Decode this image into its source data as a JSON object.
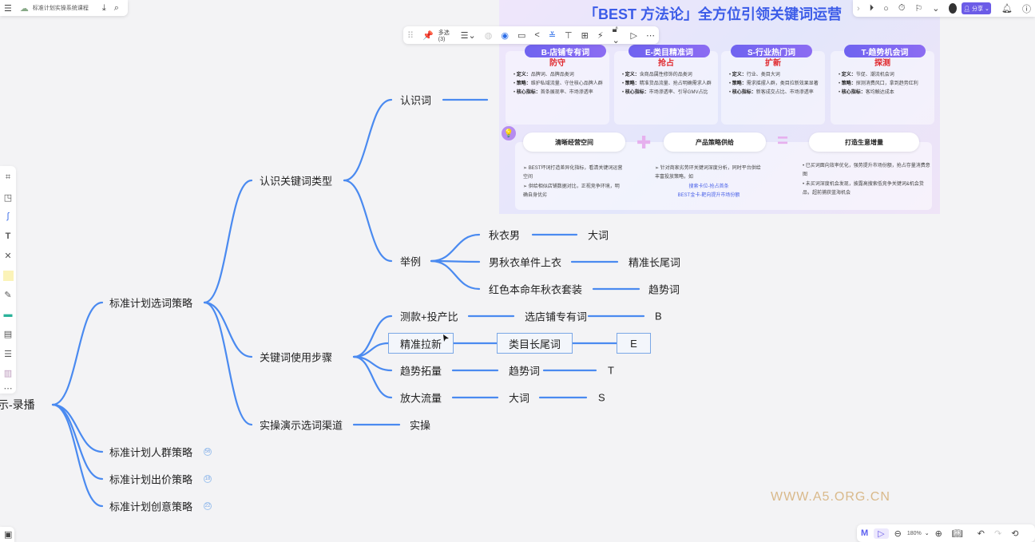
{
  "topbar": {
    "menu_icon": "menu-icon",
    "cloud_icon": "cloud-icon",
    "doc_title": "标准计划实操系统课程",
    "download_icon": "download-icon",
    "search_icon": "search-icon"
  },
  "float_toolbar": {
    "select_label": "多选 (3)",
    "items": [
      "layout-icon",
      "fill-icon",
      "border-circle-icon",
      "shape-icon",
      "branch-icon",
      "line-style-icon",
      "text-icon",
      "insert-icon",
      "style-icon",
      "lock-icon",
      "present-icon",
      "more-icon"
    ]
  },
  "top_right": {
    "share_label": "分享",
    "icons": [
      "play-icon",
      "comment-icon",
      "timer-icon",
      "flag-icon",
      "collapse-icon",
      "avatar",
      "bell-icon",
      "help-icon"
    ]
  },
  "slide": {
    "title": "「BEST 方法论」全方位引领关键词运营",
    "cards": [
      {
        "pill": "B-店铺专有词",
        "head": "防守",
        "lines": [
          [
            "定义：",
            "品牌词、品牌品类词"
          ],
          [
            "策略：",
            "维护私域流量、守住核心品牌人群"
          ],
          [
            "核心指标：",
            "首条展现率、市场渗透率"
          ]
        ]
      },
      {
        "pill": "E-类目精准词",
        "head": "抢占",
        "lines": [
          [
            "定义：",
            "含商品属性修饰的品类词"
          ],
          [
            "策略：",
            "精准货品流量、抢占明确需求人群"
          ],
          [
            "核心指标：",
            "市场渗透率、引导GMV占比"
          ]
        ]
      },
      {
        "pill": "S-行业热门词",
        "head": "扩新",
        "lines": [
          [
            "定义：",
            "行业、类目大词"
          ],
          [
            "策略：",
            "需求摇摆人群，类目拉新效果显著"
          ],
          [
            "核心指标：",
            "新客成交占比、市场渗透率"
          ]
        ]
      },
      {
        "pill": "T-趋势机会词",
        "head": "探测",
        "lines": [
          [
            "定义：",
            "节促、潮流机会词"
          ],
          [
            "策略：",
            "探测消费风口，拿到趋势红利"
          ],
          [
            "核心指标：",
            "客均触达成本"
          ]
        ]
      }
    ],
    "pills": [
      "清晰经营空间",
      "产品策略供给",
      "打造生意增量"
    ],
    "col1": [
      "➢ BEST坏词打造差异化指标，看清关键词运营空间",
      "➢ 供给相似店铺数据对比，正视竞争环境，明确自身优劣"
    ],
    "col2": [
      "➢ 针对商家劣势环关键词深度分析，同时平台供给丰富投放策略，如",
      "搜索卡位-抢占首条",
      "BEST金卡-靶向提升市场份额"
    ],
    "col3": [
      "• 已买词面向效率优化，强势提升市场份额，抢占存量消费意图",
      "• 未买词深度机会发现，披露高搜索低竞争关键词&机会货品，超前捕获蓝海机会"
    ]
  },
  "mindmap": {
    "root": "示-录播",
    "l1": [
      "标准计划选词策略",
      "标准计划人群策略",
      "标准计划出价策略",
      "标准计划创意策略"
    ],
    "badges": [
      "56",
      "18",
      "22"
    ],
    "l2": [
      "认识关键词类型",
      "关键词使用步骤",
      "实操演示选词渠道"
    ],
    "recognize": "认识词",
    "example": {
      "label": "举例",
      "rows": [
        [
          "秋衣男",
          "大词"
        ],
        [
          "男秋衣单件上衣",
          "精准长尾词"
        ],
        [
          "红色本命年秋衣套装",
          "趋势词"
        ]
      ]
    },
    "steps": [
      [
        "测款+投产比",
        "选店铺专有词",
        "B"
      ],
      [
        "精准拉新",
        "类目长尾词",
        "E"
      ],
      [
        "趋势拓量",
        "趋势词",
        "T"
      ],
      [
        "放大流量",
        "大词",
        "S"
      ]
    ],
    "practice": "实操"
  },
  "left_tools": [
    "frame-icon",
    "shape-icon",
    "connector-icon",
    "text-icon",
    "mindmap-icon",
    "sticky-note-icon",
    "pen-icon",
    "table-icon",
    "text-block-icon",
    "list-icon",
    "template-icon",
    "more-icon"
  ],
  "bottom": {
    "zoom": "180%",
    "icons": [
      "ai-logo-icon",
      "pointer-icon",
      "zoom-out-icon",
      "zoom-in-icon",
      "book-icon",
      "undo-icon",
      "redo-icon",
      "history-icon"
    ]
  },
  "watermark": "WWW.A5.ORG.CN",
  "colors": {
    "line": "#4a8af0",
    "accent": "#6c5ce7",
    "watermark": "#d9b98a"
  }
}
